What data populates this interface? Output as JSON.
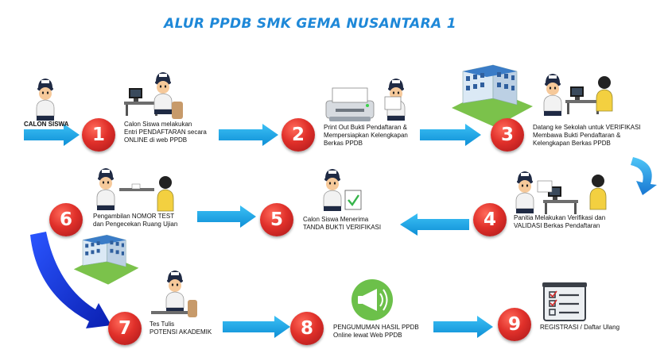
{
  "title": "ALUR PPDB SMK GEMA NUSANTARA 1",
  "start_label": "CALON SISWA",
  "colors": {
    "title": "#1e88d8",
    "badge": "#e0302a",
    "arrow": "#19a5e6",
    "arrow_dark": "#1836c9",
    "hat": "#1f2a44",
    "shirt": "#f2f2f2",
    "skin": "#f6c99a",
    "building_green": "#7bc24b",
    "megaphone_bg": "#6cc04a"
  },
  "steps": [
    {
      "number": "1",
      "lines": [
        "Calon Siswa melakukan",
        "Entri PENDAFTARAN secara",
        "ONLINE di web PPDB"
      ],
      "icon": "person-at-computer-icon"
    },
    {
      "number": "2",
      "lines": [
        "Print Out Bukti Pendaftaran &",
        "Mempersiapkan Kelengkapan",
        "Berkas PPDB"
      ],
      "icon": "printer-icon"
    },
    {
      "number": "3",
      "lines": [
        "Datang ke Sekolah untuk VERIFIKASI",
        "Membawa Bukti Pendaftaran &",
        "Kelengkapan Berkas PPDB"
      ],
      "icon": "school-building-icon"
    },
    {
      "number": "4",
      "lines": [
        "Panitia Melakukan Verifikasi dan",
        "VALIDASI Berkas Pendaftaran"
      ],
      "icon": "verification-desk-icon"
    },
    {
      "number": "5",
      "lines": [
        "Calon Siswa Menerima",
        "TANDA BUKTI VERIFIKASI"
      ],
      "icon": "person-with-document-icon"
    },
    {
      "number": "6",
      "lines": [
        "Pengambilan NOMOR TEST",
        "dan Pengecekan Ruang Ujian"
      ],
      "icon": "handover-icon"
    },
    {
      "number": "7",
      "lines": [
        "Tes Tulis",
        "POTENSI AKADEMIK"
      ],
      "icon": "person-writing-test-icon"
    },
    {
      "number": "8",
      "lines": [
        "PENGUMUMAN HASIL PPDB",
        "Online lewat Web PPDB"
      ],
      "icon": "megaphone-icon"
    },
    {
      "number": "9",
      "lines": [
        "REGISTRASI / Daftar Ulang"
      ],
      "icon": "checklist-icon"
    }
  ]
}
